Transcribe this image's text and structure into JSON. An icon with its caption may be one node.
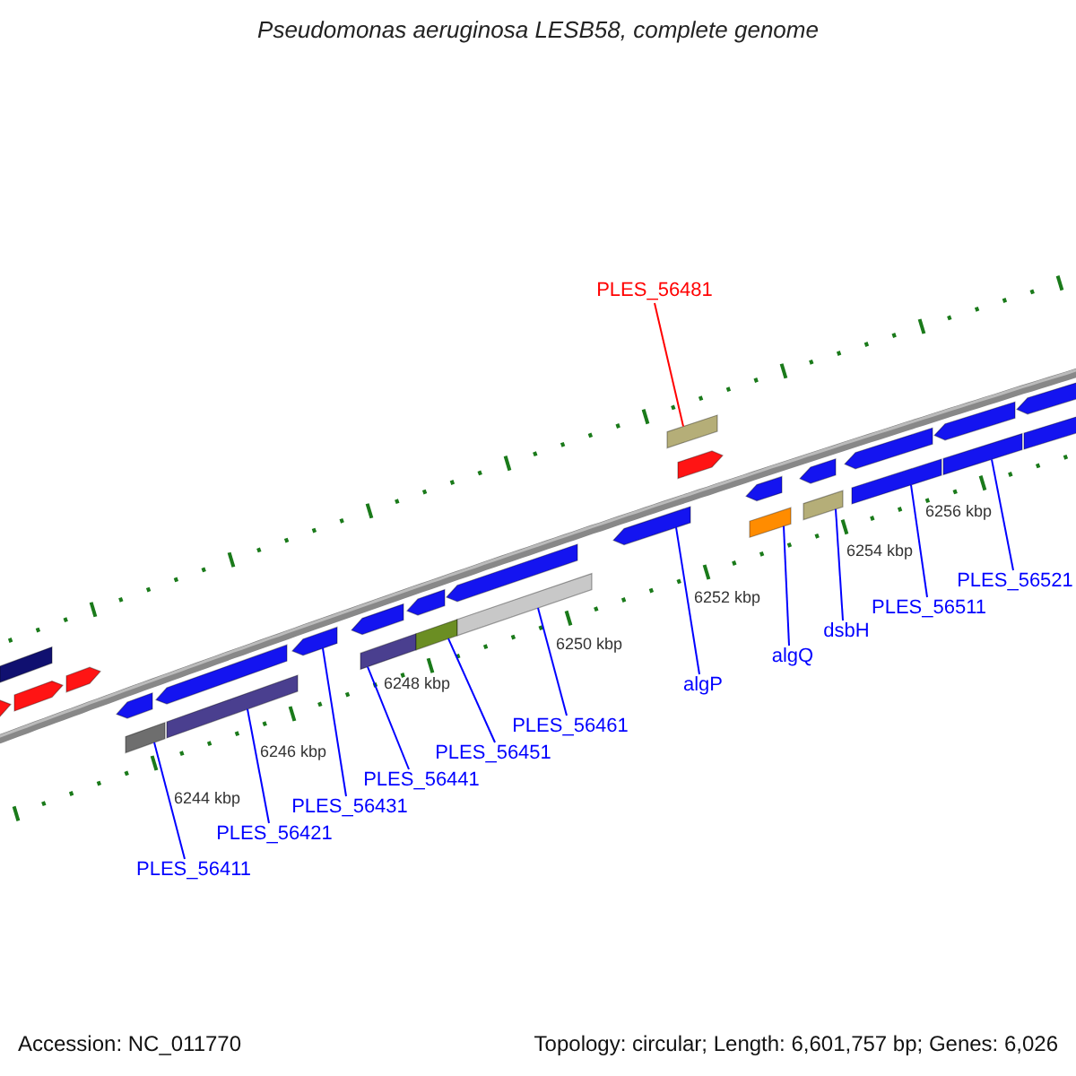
{
  "diagram": {
    "title": "Pseudomonas aeruginosa LESB58, complete genome",
    "nodes": [
      {
        "text": [
          "PLES_56481"
        ]
      },
      {
        "text": [
          "PLES_56411"
        ]
      },
      {
        "text": [
          "PLES_56421"
        ]
      },
      {
        "text": [
          "PLES_56431"
        ]
      },
      {
        "text": [
          "PLES_56441"
        ]
      },
      {
        "text": [
          "PLES_56451"
        ]
      },
      {
        "text": [
          "PLES_56461"
        ]
      },
      {
        "text": [
          "algP"
        ]
      },
      {
        "text": [
          "algQ"
        ]
      },
      {
        "text": [
          "dsbH"
        ]
      },
      {
        "text": [
          "PLES_56511"
        ]
      },
      {
        "text": [
          "PLES_56521"
        ]
      },
      {
        "text": [],
        "shape": "pentagon"
      },
      {
        "text": [],
        "shape": "box"
      },
      {
        "text": [],
        "shape": "pentagon"
      },
      {
        "text": [],
        "shape": "pentagon"
      },
      {
        "text": [],
        "shape": "pentagon"
      },
      {
        "text": [],
        "shape": "box"
      },
      {
        "text": [],
        "shape": "pentagon"
      },
      {
        "text": [],
        "shape": "box"
      },
      {
        "text": [],
        "shape": "pentagon"
      },
      {
        "text": [],
        "shape": "pentagon"
      },
      {
        "text": [],
        "shape": "box"
      },
      {
        "text": [],
        "shape": "pentagon"
      },
      {
        "text": [],
        "shape": "box"
      },
      {
        "text": [],
        "shape": "pentagon"
      },
      {
        "text": [],
        "shape": "box"
      },
      {
        "text": [],
        "shape": "pentagon"
      },
      {
        "text": [],
        "shape": "box"
      },
      {
        "text": [],
        "shape": "pentagon"
      },
      {
        "text": [],
        "shape": "pentagon"
      },
      {
        "text": [],
        "shape": "box"
      },
      {
        "text": [],
        "shape": "pentagon"
      },
      {
        "text": [],
        "shape": "box"
      },
      {
        "text": [],
        "shape": "pentagon"
      },
      {
        "text": [],
        "shape": "box"
      },
      {
        "text": [],
        "shape": "pentagon"
      },
      {
        "text": [],
        "shape": "box"
      },
      {
        "text": [],
        "shape": "pentagon"
      },
      {
        "text": [],
        "shape": "box"
      }
    ],
    "edges": [
      {
        "from": 0,
        "to": 28,
        "arrow": "none",
        "color": "#ff0000"
      },
      {
        "from": 1,
        "to": 17,
        "arrow": "none"
      },
      {
        "from": 2,
        "to": 19,
        "arrow": "none"
      },
      {
        "from": 3,
        "to": 20,
        "arrow": "none"
      },
      {
        "from": 4,
        "to": 22,
        "arrow": "none"
      },
      {
        "from": 5,
        "to": 24,
        "arrow": "none"
      },
      {
        "from": 6,
        "to": 26,
        "arrow": "none"
      },
      {
        "from": 7,
        "to": 27,
        "arrow": "none"
      },
      {
        "from": 8,
        "to": 31,
        "arrow": "none"
      },
      {
        "from": 9,
        "to": 33,
        "arrow": "none"
      },
      {
        "from": 10,
        "to": 35,
        "arrow": "none"
      },
      {
        "from": 11,
        "to": 37,
        "arrow": "none"
      }
    ],
    "labels": [
      "6244 kbp",
      "6246 kbp",
      "6248 kbp",
      "6250 kbp",
      "6252 kbp",
      "6254 kbp",
      "6256 kbp",
      "Accession: NC_011770",
      "Topology: circular; Length: 6,601,757 bp; Genes: 6,026"
    ]
  }
}
